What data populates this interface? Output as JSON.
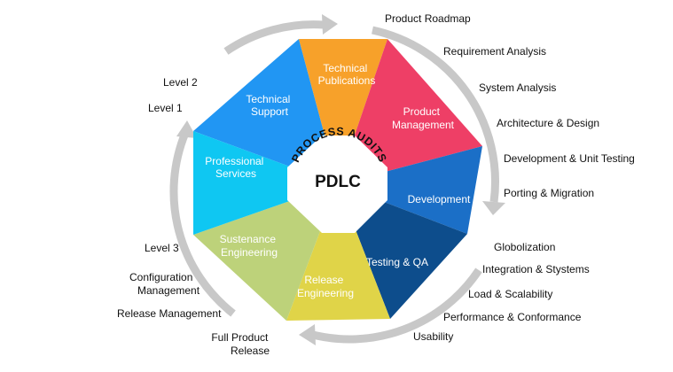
{
  "hub": {
    "arc_text": "PROCESS AUDITS",
    "title": "PDLC"
  },
  "segments": [
    {
      "name": "technical-publications",
      "lines": [
        "Technical",
        "Publications"
      ],
      "color": "#2196f3"
    },
    {
      "name": "product-management",
      "lines": [
        "Product",
        "Management"
      ],
      "color": "#f7a12a"
    },
    {
      "name": "development",
      "lines": [
        "Development"
      ],
      "color": "#ee3f66"
    },
    {
      "name": "testing-qa",
      "lines": [
        "Testing & QA"
      ],
      "color": "#1b6fc7"
    },
    {
      "name": "release-engineering",
      "lines": [
        "Release",
        "Engineering"
      ],
      "color": "#0d4d8c"
    },
    {
      "name": "sustenance-engineering",
      "lines": [
        "Sustenance",
        "Engineering"
      ],
      "color": "#e0d448"
    },
    {
      "name": "professional-services",
      "lines": [
        "Professional",
        "Services"
      ],
      "color": "#bdd27a"
    },
    {
      "name": "technical-support",
      "lines": [
        "Technical",
        "Support"
      ],
      "color": "#0fc7f2"
    }
  ],
  "right_labels": [
    "Product Roadmap",
    "Requirement Analysis",
    "System Analysis",
    "Architecture & Design",
    "Development & Unit Testing",
    "Porting & Migration",
    "Globolization",
    "Integration & Stystems",
    "Load & Scalability",
    "Performance & Conformance",
    "Usability"
  ],
  "left_labels": [
    {
      "lines": [
        "Level 2"
      ]
    },
    {
      "lines": [
        "Level 1"
      ]
    },
    {
      "lines": [
        "Level 3"
      ]
    },
    {
      "lines": [
        "Configuration",
        "Management"
      ]
    },
    {
      "lines": [
        "Release Management"
      ]
    },
    {
      "lines": [
        "Full Product",
        "Release"
      ]
    }
  ],
  "colors": {
    "ring": "#c8c8c8",
    "ring_arrow": "#c8c8c8",
    "hub_fill": "#ffffff",
    "text_dark": "#111111",
    "text_light": "#ffffff"
  }
}
